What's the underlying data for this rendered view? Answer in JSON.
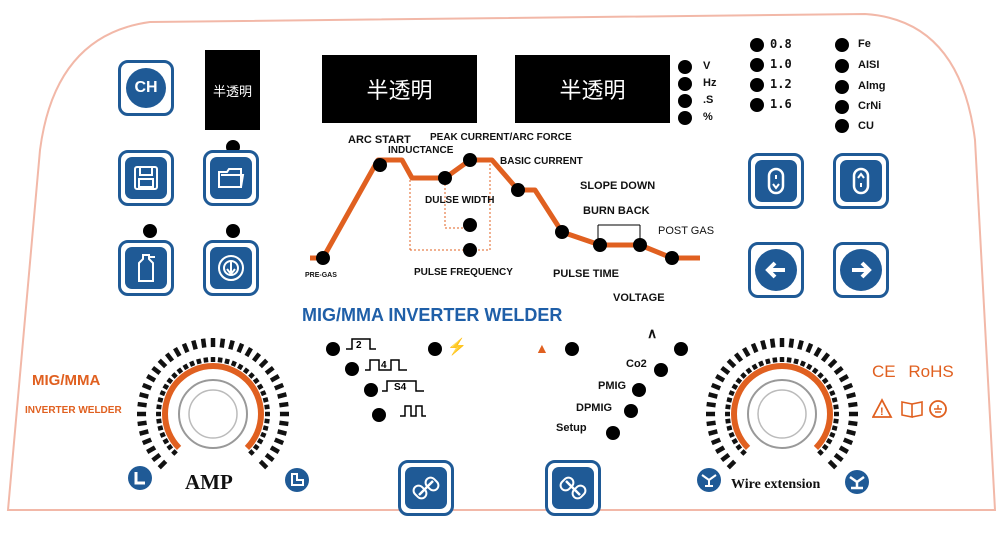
{
  "displays": {
    "small": "半透明",
    "left": "半透明",
    "right": "半透明"
  },
  "units": [
    "V",
    "Hz",
    ".S",
    "%"
  ],
  "wire_sizes": [
    "0.8",
    "1.0",
    "1.2",
    "1.6"
  ],
  "materials": [
    "Fe",
    "AISI",
    "Almg",
    "CrNi",
    "CU"
  ],
  "buttons": {
    "ch": "CH"
  },
  "curve_labels": {
    "arc_start": "ARC START",
    "inductance": "INDUCTANCE",
    "peak": "PEAK CURRENT/ARC FORCE",
    "basic": "BASIC CURRENT",
    "dulse_width": "DULSE WIDTH",
    "slope_down": "SLOPE DOWN",
    "burn_back": "BURN BACK",
    "post_gas": "POST GAS",
    "pre_gas": "PRE-GAS",
    "pulse_frequency": "PULSE FREQUENCY",
    "pulse_time": "PULSE TIME",
    "voltage": "VOLTAGE"
  },
  "title": "MIG/MMA  INVERTER WELDER",
  "brand": {
    "line1": "MIG/MMA",
    "line2": "INVERTER  WELDER"
  },
  "modes": {
    "t2": "2",
    "t4": "4",
    "s4": "S4"
  },
  "process": {
    "co2": "Co2",
    "pmig": "PMIG",
    "dpmig": "DPMIG",
    "setup": "Setup"
  },
  "amp_label": "AMP",
  "wire_label": "Wire extension",
  "cert": {
    "ce": "CE",
    "rohs": "RoHS"
  },
  "colors": {
    "accent": "#1f5a96",
    "orange": "#e06020",
    "title_blue": "#1f5fa8"
  }
}
